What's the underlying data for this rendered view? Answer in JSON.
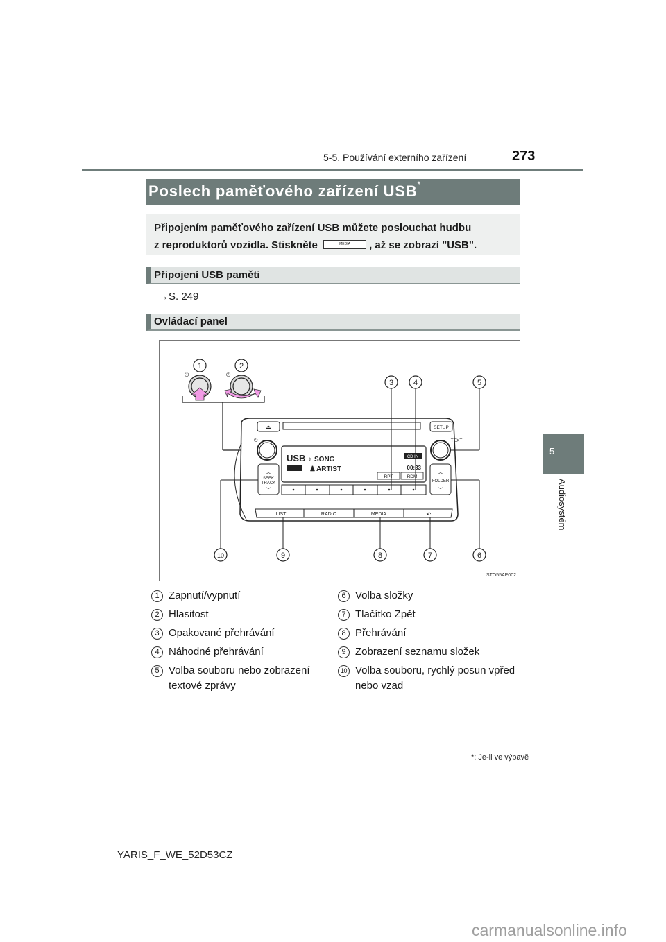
{
  "header": {
    "section": "5-5. Používání externího zařízení",
    "page_number": "273"
  },
  "side_tab": {
    "chapter_number": "5",
    "chapter_label": "Audiosystém"
  },
  "title": {
    "text": "Poslech paměťového zařízení USB",
    "asterisk": "*"
  },
  "intro": {
    "line1": "Připojením paměťového zařízení USB můžete poslouchat hudbu",
    "line2_before": "z reproduktorů vozidla. Stiskněte",
    "media_key_label": "MEDIA",
    "line2_after": ", až se zobrazí \"USB\"."
  },
  "sections": [
    {
      "heading": "Připojení USB paměti",
      "reference": "→S. 249"
    },
    {
      "heading": "Ovládací panel"
    }
  ],
  "figure": {
    "code": "STO55AP002",
    "callouts": [
      "1",
      "2",
      "3",
      "4",
      "5",
      "6",
      "7",
      "8",
      "9",
      "10"
    ],
    "display": {
      "source": "USB",
      "song": "SONG",
      "artist": "ARTIST",
      "badge": "CD IN",
      "time": "00:33",
      "rpt": "RPT",
      "rdm": "RDM"
    },
    "buttons": {
      "eject": "⏏",
      "setup": "SETUP",
      "text": "TEXT",
      "seek_track_top": "SEEK",
      "seek_track_bottom": "TRACK",
      "folder": "FOLDER",
      "list": "LIST",
      "radio": "RADIO",
      "media": "MEDIA",
      "back": "↶"
    },
    "accent_color": "#f29be6"
  },
  "legend": {
    "left": [
      {
        "num": "1",
        "text": "Zapnutí/vypnutí"
      },
      {
        "num": "2",
        "text": "Hlasitost"
      },
      {
        "num": "3",
        "text": "Opakované přehrávání"
      },
      {
        "num": "4",
        "text": "Náhodné přehrávání"
      },
      {
        "num": "5",
        "text": "Volba souboru nebo zobrazení textové zprávy"
      }
    ],
    "right": [
      {
        "num": "6",
        "text": "Volba složky"
      },
      {
        "num": "7",
        "text": "Tlačítko Zpět"
      },
      {
        "num": "8",
        "text": "Přehrávání"
      },
      {
        "num": "9",
        "text": "Zobrazení seznamu složek"
      },
      {
        "num": "10",
        "text": "Volba souboru, rychlý posun vpřed nebo vzad"
      }
    ]
  },
  "footnote": "*: Je-li ve výbavě",
  "footer_code": "YARIS_F_WE_52D53CZ",
  "watermark": "carmanualsonline.info"
}
